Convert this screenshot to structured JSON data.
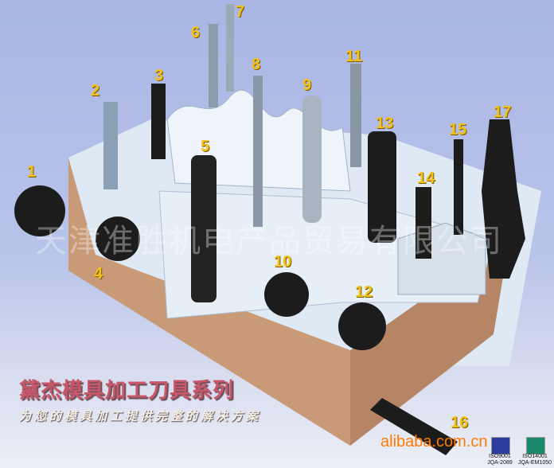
{
  "title": "黛杰模具加工刀具系列",
  "subtitle": "为您的模具加工提供完整的解决方案",
  "watermark": "天津准胜机电产品贸易有限公司",
  "site": "alibaba.com.cn",
  "tool_numbers": [
    "1",
    "2",
    "3",
    "4",
    "5",
    "6",
    "7",
    "8",
    "9",
    "10",
    "11",
    "12",
    "13",
    "14",
    "15",
    "16",
    "17"
  ],
  "certifications": [
    {
      "label": "ISO9001",
      "code": "JQA-2089"
    },
    {
      "label": "ISO14001",
      "code": "JQA-EM1050"
    }
  ],
  "colors": {
    "block": "#c89a78",
    "cut": "#dde8f2",
    "tool": "#1c1c1c",
    "insert": "#f0b400",
    "label": "#f2c21b",
    "title": "#c9576a"
  }
}
